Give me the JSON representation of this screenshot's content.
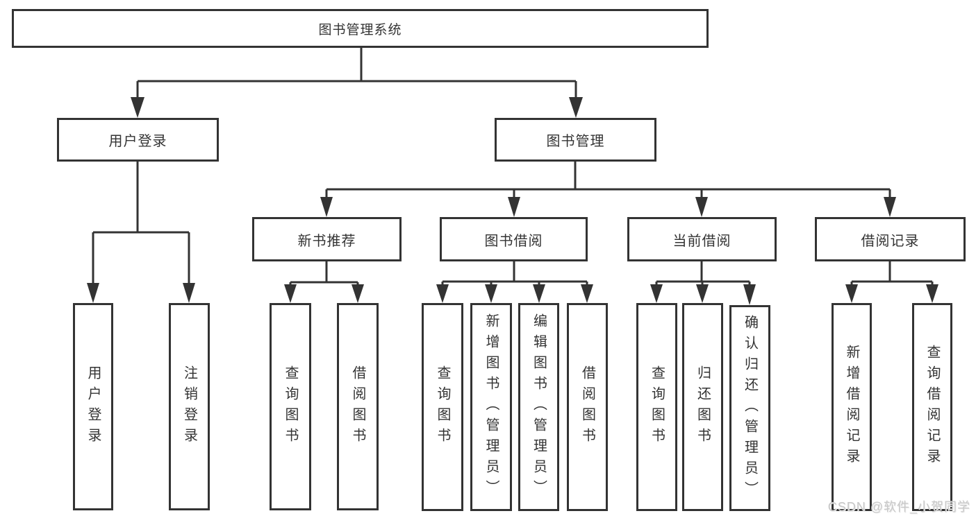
{
  "root": {
    "label": "图书管理系统"
  },
  "level1": [
    {
      "label": "用户登录",
      "children": [
        "用户登录",
        "注销登录"
      ]
    },
    {
      "label": "图书管理"
    }
  ],
  "level2": [
    {
      "label": "新书推荐",
      "children": [
        "查询图书",
        "借阅图书"
      ]
    },
    {
      "label": "图书借阅",
      "children": [
        "查询图书",
        "新增图书（管理员）",
        "编辑图书（管理员）",
        "借阅图书"
      ]
    },
    {
      "label": "当前借阅",
      "children": [
        "查询图书",
        "归还图书",
        "确认归还（管理员）"
      ]
    },
    {
      "label": "借阅记录",
      "children": [
        "新增借阅记录",
        "查询借阅记录"
      ]
    }
  ],
  "watermark": "CSDN @软件_小贺同学",
  "colors": {
    "line": "#333333",
    "box_background": "#ffffff",
    "text": "#333333",
    "watermark": "#c8c8c8"
  }
}
